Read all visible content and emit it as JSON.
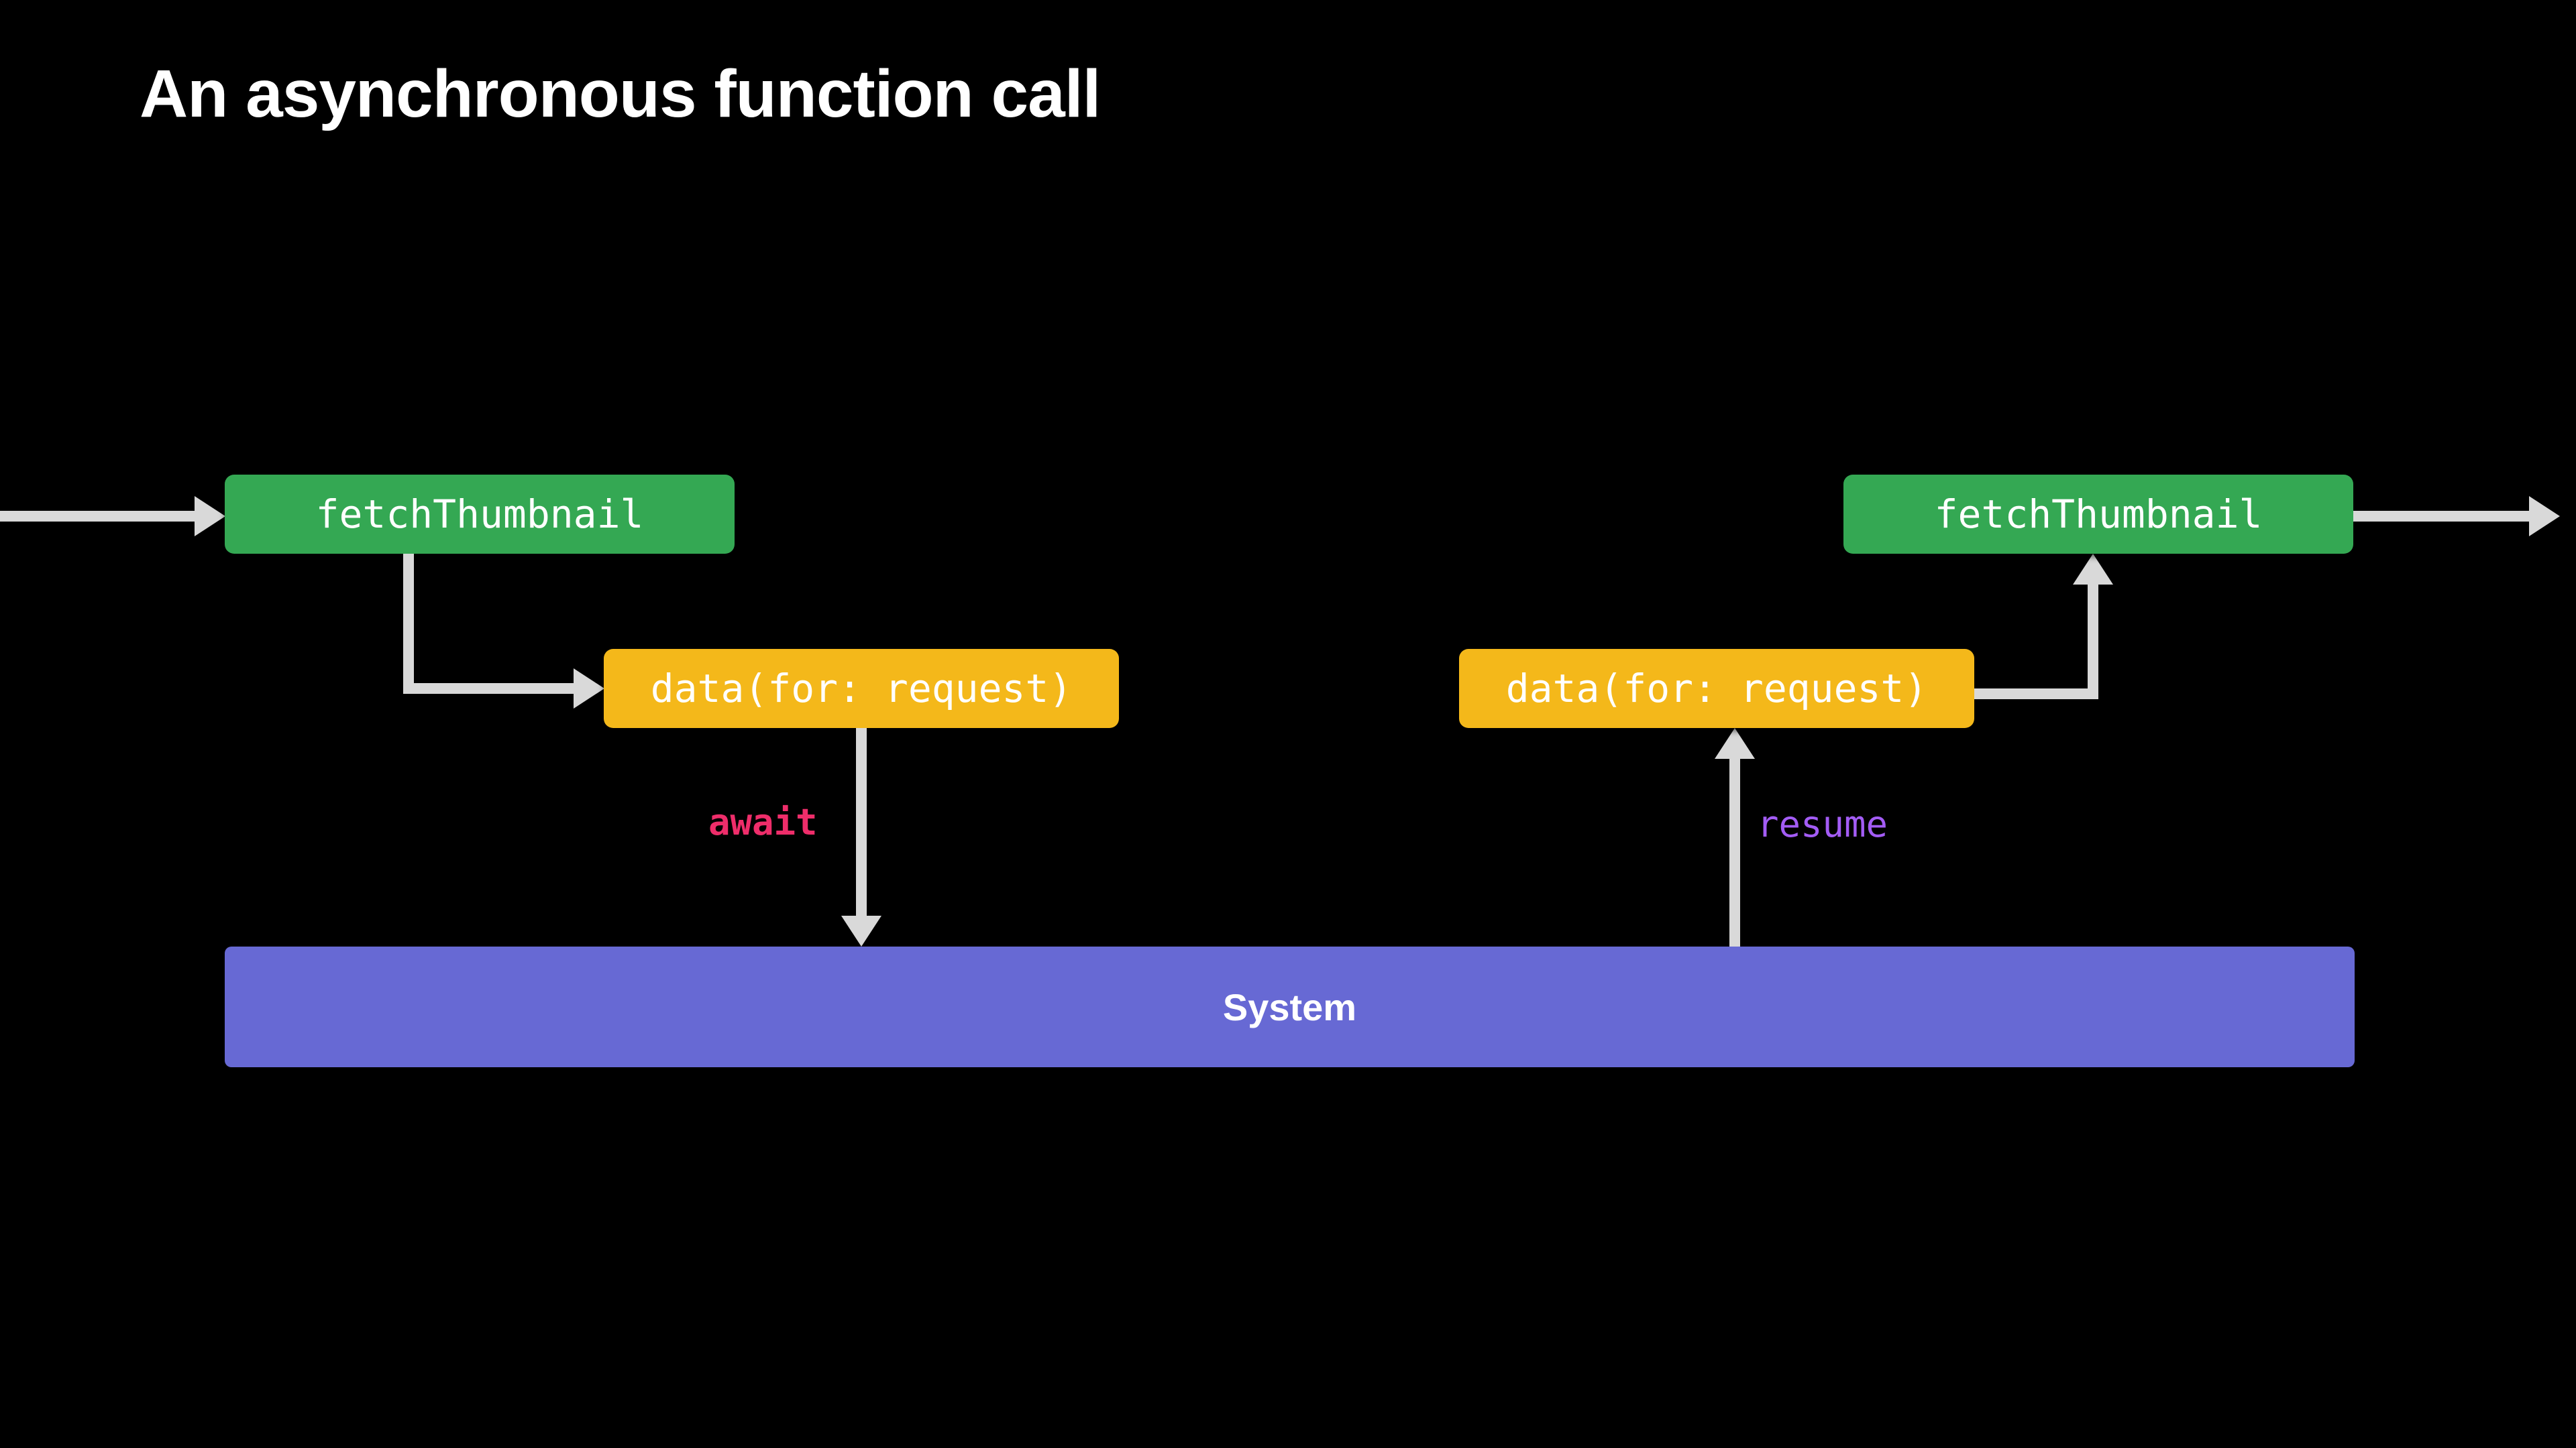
{
  "slide": {
    "title": "An asynchronous function call",
    "background_color": "#000000",
    "title_color": "#FFFFFF"
  },
  "palette": {
    "green": "#34A853",
    "yellow": "#F4B81A",
    "violet": "#6769D4",
    "arrow": "#D9D9D9",
    "await_pink": "#EE2D6A",
    "resume_purple": "#A35CF5"
  },
  "diagram": {
    "type": "flow",
    "nodes": [
      {
        "id": "fetch-left",
        "label": "fetchThumbnail",
        "color": "#34A853",
        "role": "function-call"
      },
      {
        "id": "data-left",
        "label": "data(for: request)",
        "color": "#F4B81A",
        "role": "function-call"
      },
      {
        "id": "data-right",
        "label": "data(for: request)",
        "color": "#F4B81A",
        "role": "function-call"
      },
      {
        "id": "fetch-right",
        "label": "fetchThumbnail",
        "color": "#34A853",
        "role": "function-call"
      },
      {
        "id": "system",
        "label": "System",
        "color": "#6769D4",
        "role": "runtime"
      }
    ],
    "edges": [
      {
        "id": "entry",
        "from": "caller",
        "to": "fetch-left",
        "label": ""
      },
      {
        "id": "fetch-to-data",
        "from": "fetch-left",
        "to": "data-left",
        "label": ""
      },
      {
        "id": "suspend",
        "from": "data-left",
        "to": "system",
        "label": "await"
      },
      {
        "id": "resume",
        "from": "system",
        "to": "data-right",
        "label": "resume"
      },
      {
        "id": "data-to-fetch",
        "from": "data-right",
        "to": "fetch-right",
        "label": ""
      },
      {
        "id": "exit",
        "from": "fetch-right",
        "to": "caller",
        "label": ""
      }
    ],
    "labels": {
      "await": "await",
      "resume": "resume"
    }
  }
}
